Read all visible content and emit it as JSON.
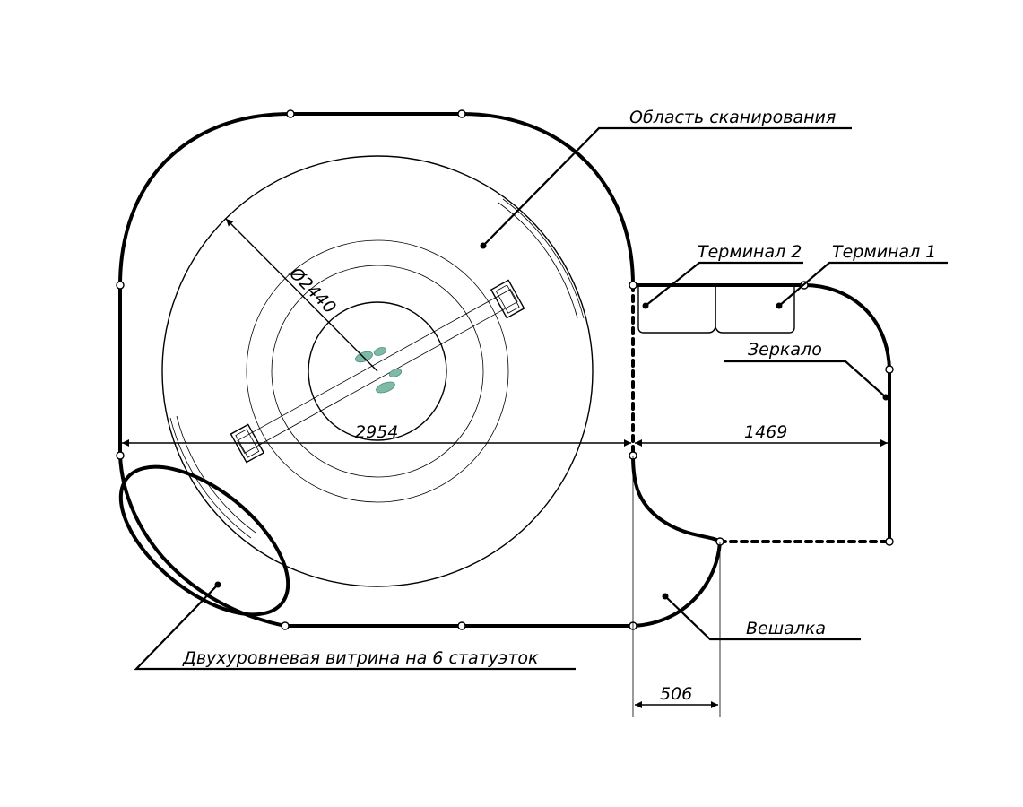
{
  "labels": {
    "scan_area": "Область сканирования",
    "terminal_2": "Терминал 2",
    "terminal_1": "Терминал 1",
    "mirror": "Зеркало",
    "showcase": "Двухуровневая витрина на 6 статуэток",
    "hanger": "Вешалка"
  },
  "dimensions": {
    "diameter": "Ø2440",
    "width_main": "2954",
    "width_side": "1469",
    "width_hanger": "506"
  }
}
